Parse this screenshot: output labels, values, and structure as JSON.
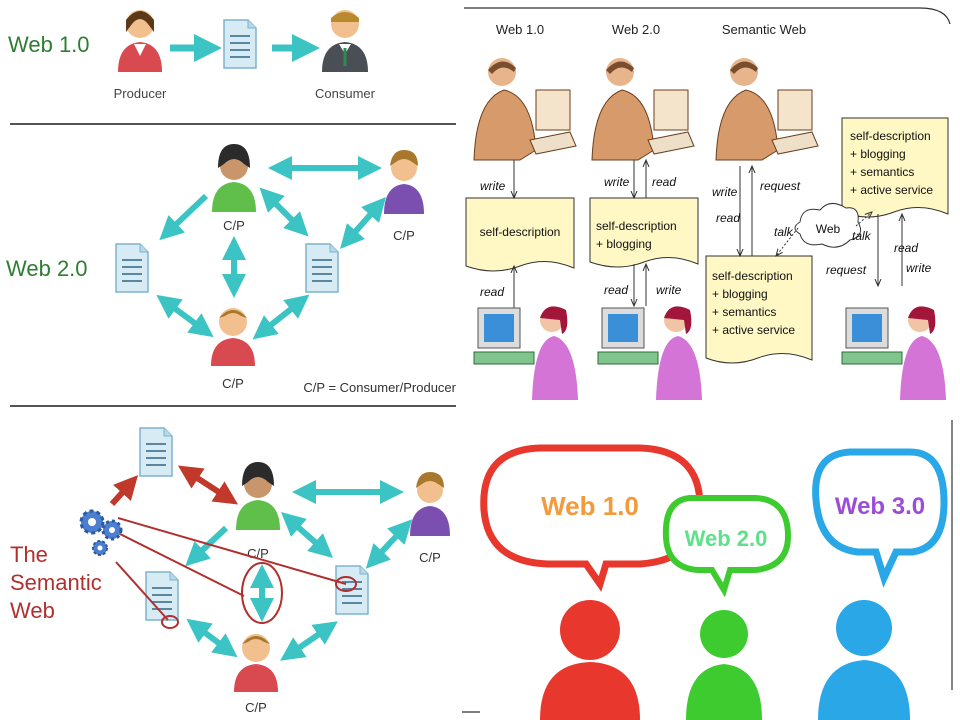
{
  "colors": {
    "web_green": "#2e7d32",
    "semantic_red": "#b03030",
    "arrow_teal": "#3cc4c4",
    "arrow_red": "#c0392b",
    "note_yellow": "#fff7c4",
    "w1": "#f39a3a",
    "w2": "#5fe08a",
    "w3": "#9b4dd8",
    "bubble_red": "#e8382e",
    "bubble_green": "#3ecb2f",
    "bubble_blue": "#29a7e6"
  },
  "panel1": {
    "title": "Web 1.0",
    "producer_label": "Producer",
    "consumer_label": "Consumer"
  },
  "panel2": {
    "title": "Web 2.0",
    "cp_label": "C/P",
    "legend": "C/P = Consumer/Producer"
  },
  "panel3": {
    "title_line1": "The",
    "title_line2": "Semantic",
    "title_line3": "Web",
    "cp_label": "C/P"
  },
  "panel4": {
    "col1_title": "Web 1.0",
    "col2_title": "Web 2.0",
    "col3_title": "Semantic Web",
    "write": "write",
    "read": "read",
    "request": "request",
    "talk": "talk",
    "web": "Web",
    "self_description": "self-description",
    "plus_blogging": "+ blogging",
    "plus_semantics": "+ semantics",
    "plus_active": "+ active service"
  },
  "panel5": {
    "bubble1": "Web 1.0",
    "bubble2": "Web 2.0",
    "bubble3": "Web 3.0"
  }
}
